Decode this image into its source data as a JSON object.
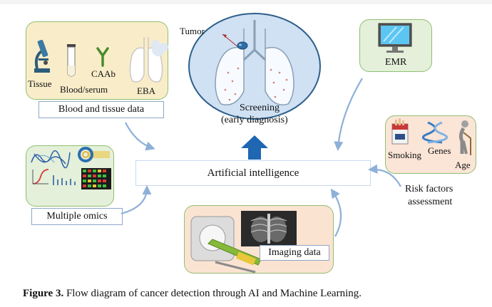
{
  "top_text": "",
  "blood": {
    "tissue": "Tissue",
    "blood_serum": "Blood/serum",
    "caab": "CAAb",
    "eba": "EBA",
    "label": "Blood and tissue data"
  },
  "screening": {
    "tumor": "Tumor",
    "line1": "Screening",
    "line2": "(early diagnosis)"
  },
  "emr": {
    "label": "EMR"
  },
  "ai": {
    "label": "Artificial intelligence"
  },
  "omics": {
    "label": "Multiple omics"
  },
  "risk": {
    "smoking": "Smoking",
    "genes": "Genes",
    "age": "Age",
    "label_line1": "Risk factors",
    "label_line2": "assessment"
  },
  "imaging": {
    "label": "Imaging data"
  },
  "caption": {
    "prefix": "Figure 3.",
    "text": " Flow diagram of cancer detection through AI and Machine Learning."
  },
  "colors": {
    "arrow": "#8eb0d8",
    "up_arrow": "#1f66b3",
    "panel_border": "#8fbf72"
  }
}
